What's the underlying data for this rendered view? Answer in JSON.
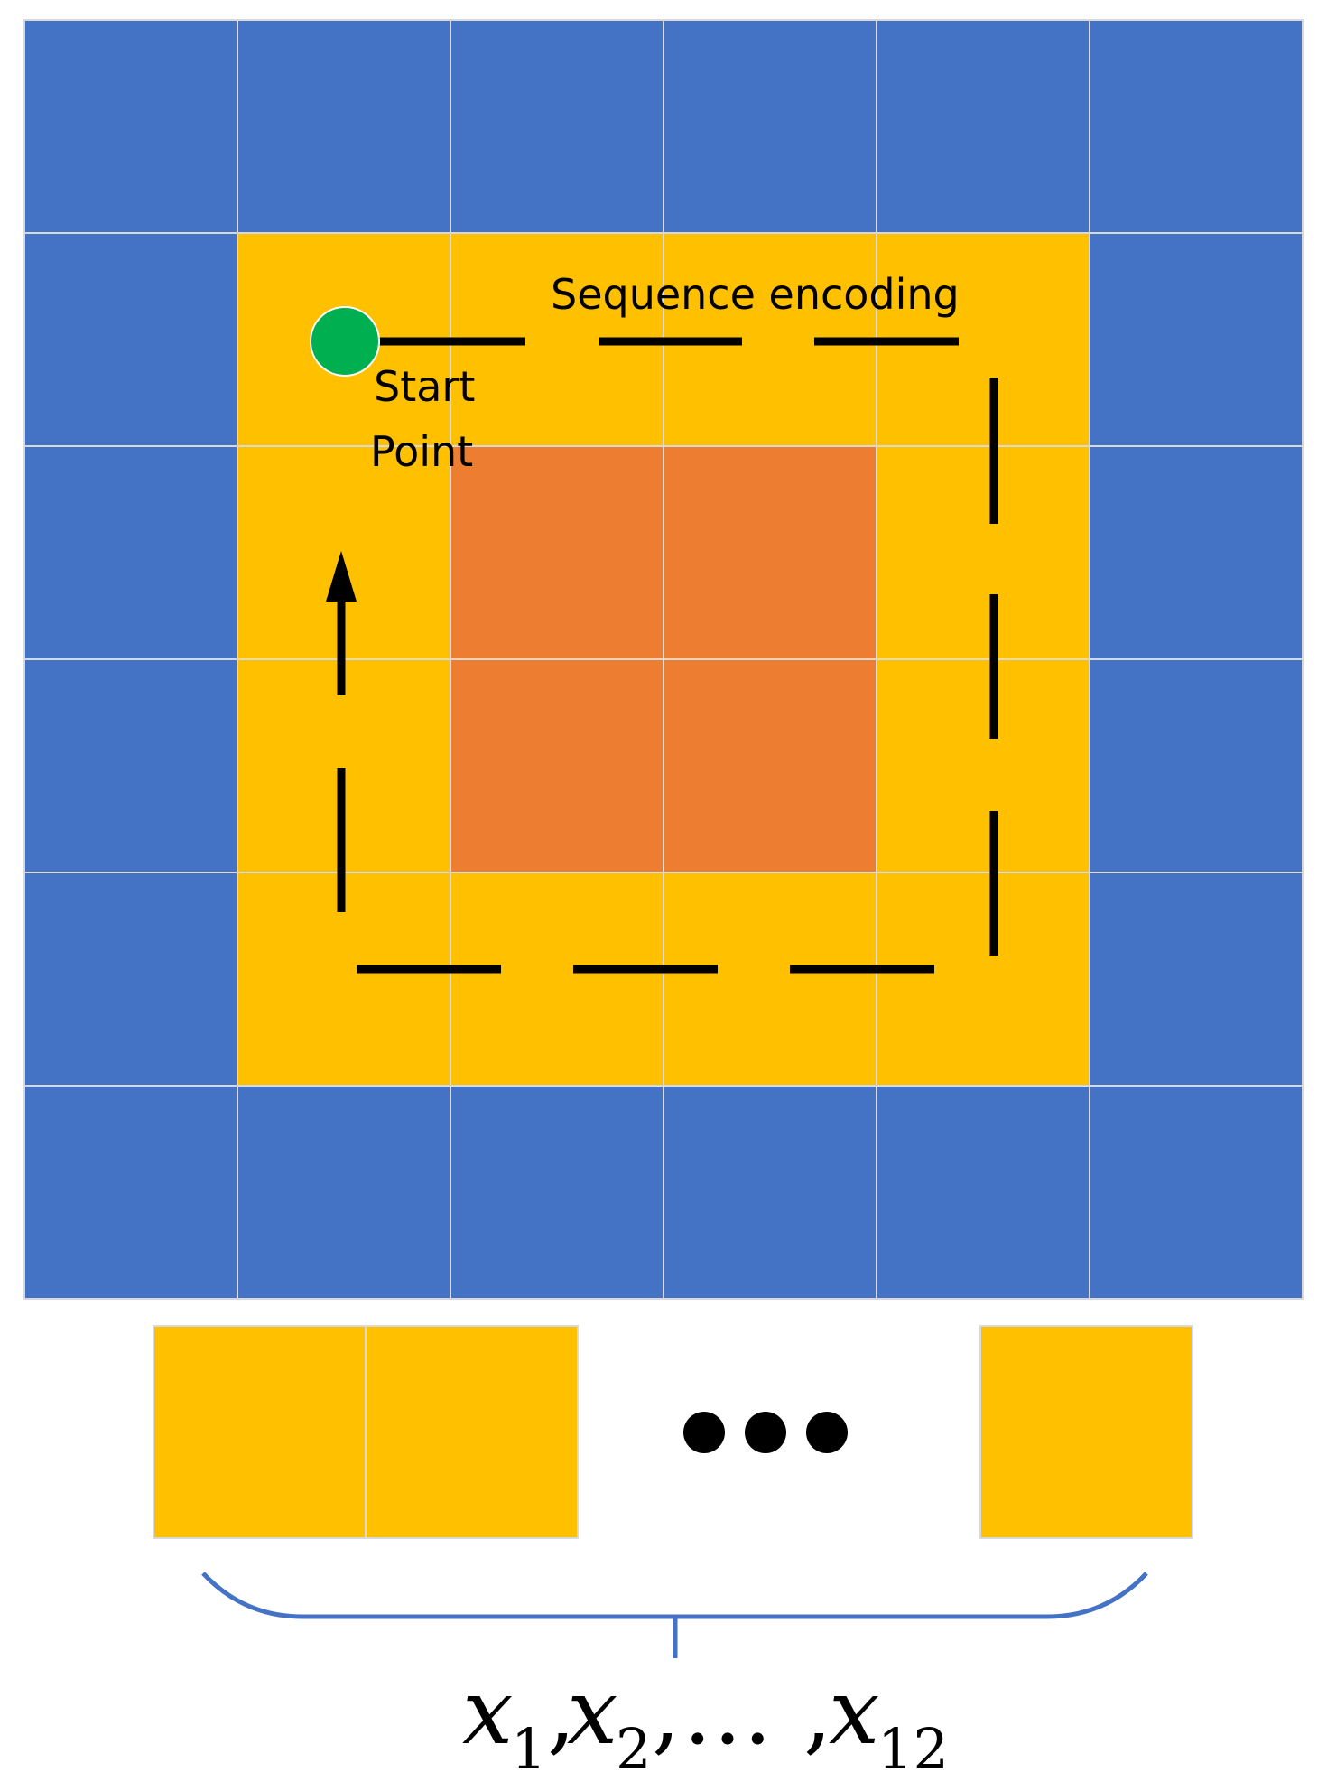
{
  "labels": {
    "sequence_encoding": "Sequence encoding",
    "start_line1": "Start",
    "start_line2": "Point"
  },
  "formula": {
    "x": "x",
    "sub1": "1",
    "sub2": "2",
    "sub12": "12",
    "comma": ",",
    "ellipsis": "…"
  },
  "grid": {
    "rows": 6,
    "cols": 6,
    "cells": [
      [
        "outer",
        "outer",
        "outer",
        "outer",
        "outer",
        "outer"
      ],
      [
        "outer",
        "ring",
        "ring",
        "ring",
        "ring",
        "outer"
      ],
      [
        "outer",
        "ring",
        "center",
        "center",
        "ring",
        "outer"
      ],
      [
        "outer",
        "ring",
        "center",
        "center",
        "ring",
        "outer"
      ],
      [
        "outer",
        "ring",
        "ring",
        "ring",
        "ring",
        "outer"
      ],
      [
        "outer",
        "outer",
        "outer",
        "outer",
        "outer",
        "outer"
      ]
    ]
  },
  "sequence_tokens": {
    "visible_count": 3,
    "ellipsis_dots": 3
  },
  "colors": {
    "outer": "#4472C4",
    "ring": "#FFC000",
    "center": "#ED7D31",
    "grid_line": "#D9D9D9",
    "start_point": "#00B050",
    "brace": "#4472C4",
    "path": "#000000"
  }
}
